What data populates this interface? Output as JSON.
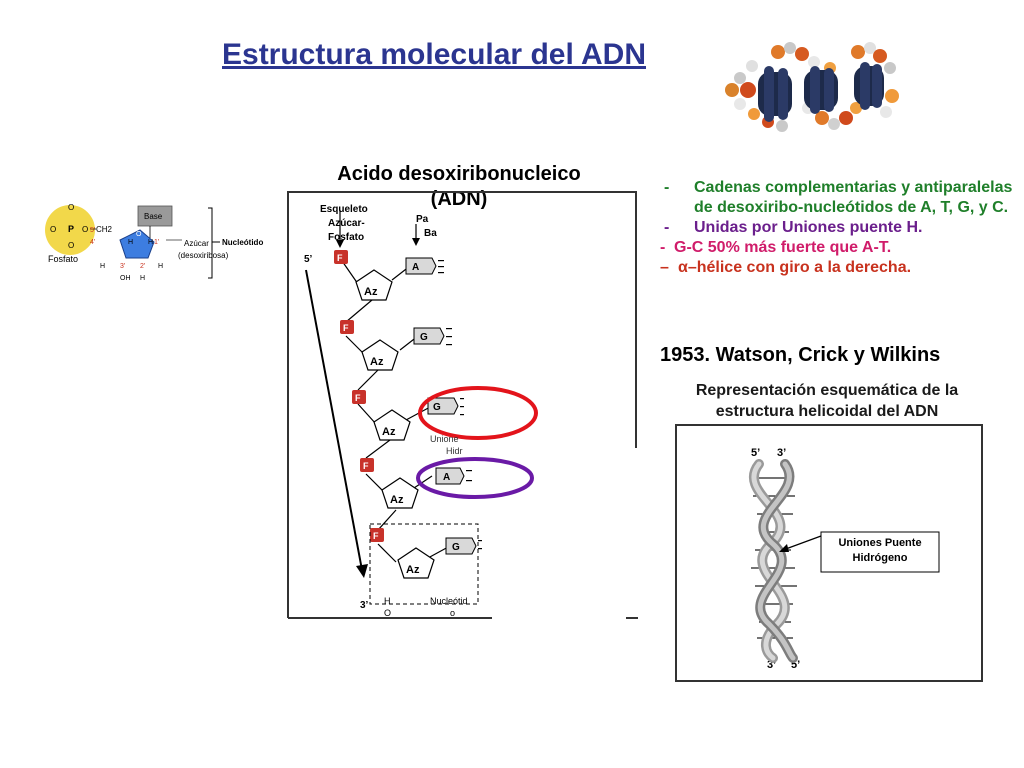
{
  "slide": {
    "title": "Estructura molecular del ADN",
    "heading_line1": "Acido desoxiribonucleico",
    "heading_line2": "(ADN)"
  },
  "bullets": [
    {
      "dash": "-",
      "text": "Cadenas complementarias y antiparalelas de desoxiribo-nucleótidos de A, T, G, y C.",
      "color": "#1f7f2a"
    },
    {
      "dash": "-",
      "text": "Unidas por Uniones puente H.",
      "color": "#6b1f8c"
    },
    {
      "dash": "-",
      "text": "G-C 50% más fuerte que A-T.",
      "color": "#d01c6a"
    },
    {
      "dash": "–",
      "text": "α–hélice con giro a la derecha.",
      "color": "#c8321e"
    }
  ],
  "watson": "1953. Watson, Crick y Wilkins",
  "representation": "Representación esquemática de la estructura helicoidal del ADN",
  "nucleotide_diagram": {
    "phosphate": "Fosfato",
    "base": "Base",
    "sugar_line1": "Azúcar",
    "sugar_line2": "(desoxiribosa)",
    "nucleotide": "Nucleótido",
    "ch2": "CH2",
    "carbons": [
      "5'",
      "4'",
      "1'",
      "3'",
      "2'"
    ],
    "oh": "OH",
    "h": "H",
    "o": "O",
    "p": "P"
  },
  "strand_diagram": {
    "backbone_line1": "Esqueleto",
    "backbone_line2": "Azúcar-",
    "backbone_line3": "Fosfato",
    "base_pair_label_line1": "Pa",
    "base_pair_label_line2": "Ba",
    "five_prime": "5’",
    "three_prime": "3’",
    "phosphate": "F",
    "sugar": "Az",
    "bases": [
      "A",
      "G",
      "G",
      "A",
      "G"
    ],
    "hydrogen_label_line1": "Unione",
    "hydrogen_label_line2": "Hidr",
    "bottom_label_h": "H",
    "bottom_label_o": "O",
    "nucleotide_line1": "Nucleótid",
    "nucleotide_line2": "o",
    "circle_colors": [
      "#e3141b",
      "#6a1aa6"
    ]
  },
  "helix_diagram": {
    "top_left": "5’",
    "top_right": "3’",
    "bottom_left": "3’",
    "bottom_right": "5’",
    "box_line1": "Uniones Puente",
    "box_line2": "Hidrógeno"
  },
  "images": {
    "dna_model": "dna-space-filling-model-image"
  }
}
